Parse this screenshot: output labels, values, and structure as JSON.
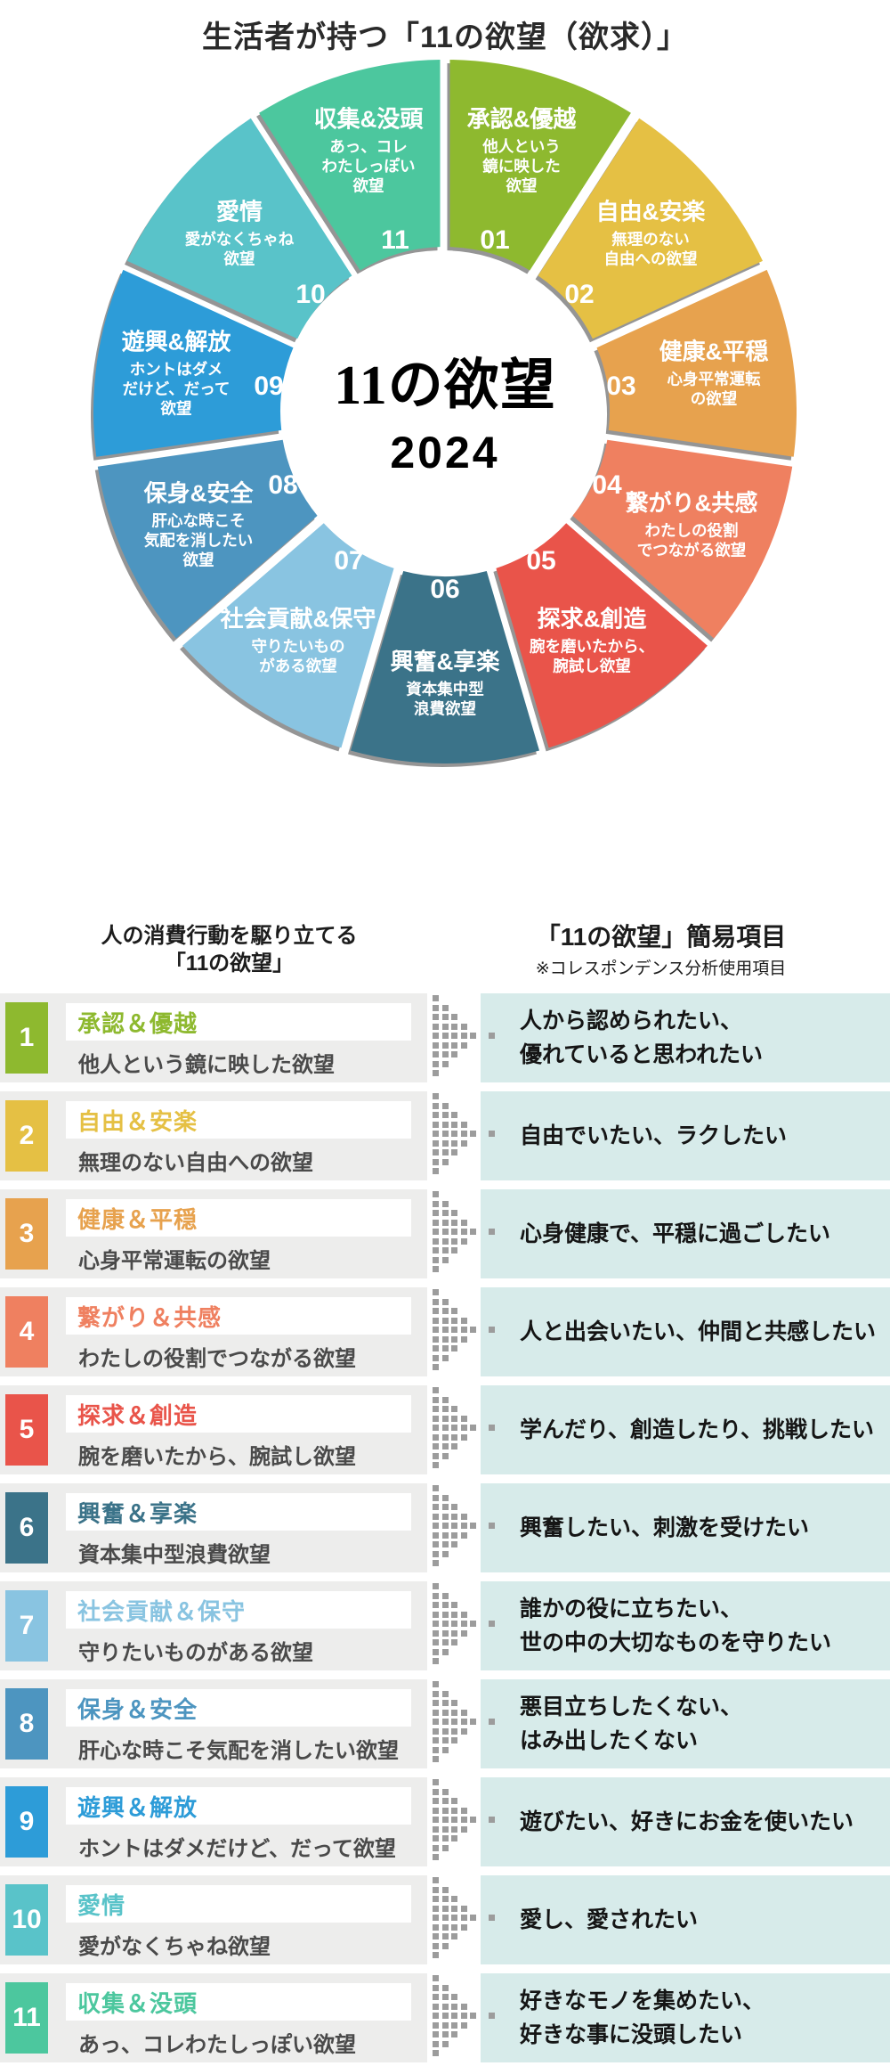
{
  "page_title": "生活者が持つ「11の欲望（欲求）」",
  "donut": {
    "center_title": "11の欲望",
    "center_year": "2024"
  },
  "chart_data": {
    "type": "pie",
    "title": "11の欲望 2024",
    "donut_hole": true,
    "equal_segments": true,
    "segment_angle_deg": 32.73,
    "segments": [
      {
        "num": "01",
        "label": "承認&優越",
        "desc": "他人という\n鏡に映した\n欲望",
        "color": "#8EB92F"
      },
      {
        "num": "02",
        "label": "自由&安楽",
        "desc": "無理のない\n自由への欲望",
        "color": "#E5C044"
      },
      {
        "num": "03",
        "label": "健康&平穏",
        "desc": "心身平常運転\nの欲望",
        "color": "#E7A24E"
      },
      {
        "num": "04",
        "label": "繋がり&共感",
        "desc": "わたしの役割\nでつながる欲望",
        "color": "#EF8060"
      },
      {
        "num": "05",
        "label": "探求&創造",
        "desc": "腕を磨いたから、\n腕試し欲望",
        "color": "#E9544A"
      },
      {
        "num": "06",
        "label": "興奮&享楽",
        "desc": "資本集中型\n浪費欲望",
        "color": "#3B7389"
      },
      {
        "num": "07",
        "label": "社会貢献&保守",
        "desc": "守りたいもの\nがある欲望",
        "color": "#89C4E1"
      },
      {
        "num": "08",
        "label": "保身&安全",
        "desc": "肝心な時こそ\n気配を消したい\n欲望",
        "color": "#4D95C0"
      },
      {
        "num": "09",
        "label": "遊興&解放",
        "desc": "ホントはダメ\nだけど、だって\n欲望",
        "color": "#2D9CD8"
      },
      {
        "num": "10",
        "label": "愛情",
        "desc": "愛がなくちゃね\n欲望",
        "color": "#59C3C9"
      },
      {
        "num": "11",
        "label": "収集&没頭",
        "desc": "あっ、コレ\nわたしっぽい\n欲望",
        "color": "#4CC79E"
      }
    ]
  },
  "list": {
    "left_header": {
      "line1": "人の消費行動を駆り立てる",
      "line2": "「11の欲望」"
    },
    "right_header": {
      "title": "「11の欲望」簡易項目",
      "note": "※コレスポンデンス分析使用項目"
    },
    "items": [
      {
        "num": "1",
        "title": "承認＆優越",
        "subtitle": "他人という鏡に映した欲望",
        "simple": "人から認められたい、\n優れていると思われたい",
        "color": "#8EB92F"
      },
      {
        "num": "2",
        "title": "自由＆安楽",
        "subtitle": "無理のない自由への欲望",
        "simple": "自由でいたい、ラクしたい",
        "color": "#E5C044"
      },
      {
        "num": "3",
        "title": "健康＆平穏",
        "subtitle": "心身平常運転の欲望",
        "simple": "心身健康で、平穏に過ごしたい",
        "color": "#E7A24E"
      },
      {
        "num": "4",
        "title": "繋がり＆共感",
        "subtitle": "わたしの役割でつながる欲望",
        "simple": "人と出会いたい、仲間と共感したい",
        "color": "#EF8060"
      },
      {
        "num": "5",
        "title": "探求＆創造",
        "subtitle": "腕を磨いたから、腕試し欲望",
        "simple": "学んだり、創造したり、挑戦したい",
        "color": "#E9544A"
      },
      {
        "num": "6",
        "title": "興奮＆享楽",
        "subtitle": "資本集中型浪費欲望",
        "simple": "興奮したい、刺激を受けたい",
        "color": "#3B7389"
      },
      {
        "num": "7",
        "title": "社会貢献＆保守",
        "subtitle": "守りたいものがある欲望",
        "simple": "誰かの役に立ちたい、\n世の中の大切なものを守りたい",
        "color": "#89C4E1"
      },
      {
        "num": "8",
        "title": "保身＆安全",
        "subtitle": "肝心な時こそ気配を消したい欲望",
        "simple": "悪目立ちしたくない、\nはみ出したくない",
        "color": "#4D95C0"
      },
      {
        "num": "9",
        "title": "遊興＆解放",
        "subtitle": "ホントはダメだけど、だって欲望",
        "simple": "遊びたい、好きにお金を使いたい",
        "color": "#2D9CD8"
      },
      {
        "num": "10",
        "title": "愛情",
        "subtitle": "愛がなくちゃね欲望",
        "simple": "愛し、愛されたい",
        "color": "#59C3C9"
      },
      {
        "num": "11",
        "title": "収集＆没頭",
        "subtitle": "あっ、コレわたしっぽい欲望",
        "simple": "好きなモノを集めたい、\n好きな事に没頭したい",
        "color": "#4CC79E"
      }
    ]
  },
  "colors": {
    "row_bg": "#EDEDEC",
    "simple_bg": "#D7EBEA",
    "dot": "#9C9C9C",
    "shadow": "#7A7A7A"
  }
}
